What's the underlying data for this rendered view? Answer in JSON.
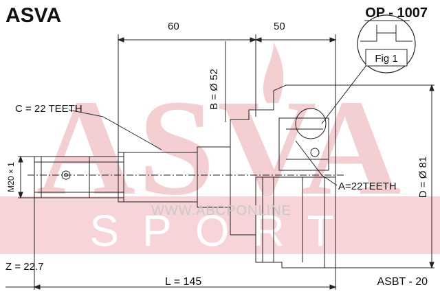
{
  "header": {
    "brand": "ASVA",
    "part_number": "OP - 1007"
  },
  "watermark": {
    "brand": "ASVA",
    "sport": "SPORT",
    "url": "WWW.ABCPONLINE"
  },
  "callout": {
    "fig_label": "Fig 1"
  },
  "dimensions": {
    "top_left": "60",
    "top_right": "50",
    "b": "B = Ø 52",
    "c": "C = 22 TEETH",
    "m": "M20 × 1",
    "a": "A=22TEETH",
    "d": "D = Ø 81",
    "z": "Z = 22.7",
    "l": "L = 145"
  },
  "footer": {
    "code": "ASBT - 20"
  },
  "colors": {
    "watermark_red": "#f2c8cc",
    "watermark_gray": "#d9d9d9",
    "line": "#222222"
  }
}
